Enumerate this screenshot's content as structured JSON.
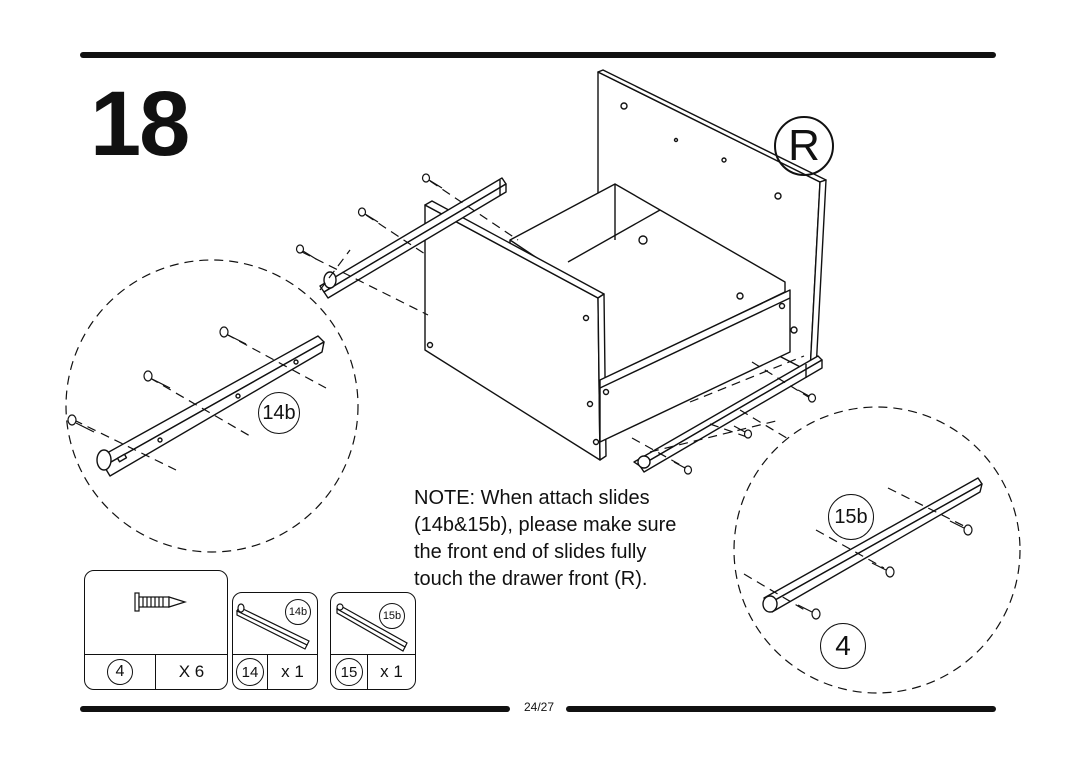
{
  "step": {
    "number": "18"
  },
  "drawer_front_label": "R",
  "callouts": {
    "slide_left": "14b",
    "slide_right": "15b",
    "screw_right": "4"
  },
  "note": "NOTE: When attach slides\n(14b&15b), please make sure\nthe front end of slides fully\ntouch the drawer front (R).",
  "parts": [
    {
      "part_id": "4",
      "quantity": "X 6",
      "icon": "screw-icon"
    },
    {
      "part_id": "14",
      "quantity": "x 1",
      "tag": "14b",
      "icon": "drawer-slide-icon"
    },
    {
      "part_id": "15",
      "quantity": "x 1",
      "tag": "15b",
      "icon": "drawer-slide-icon"
    }
  ],
  "footer": {
    "page": "24/27"
  }
}
